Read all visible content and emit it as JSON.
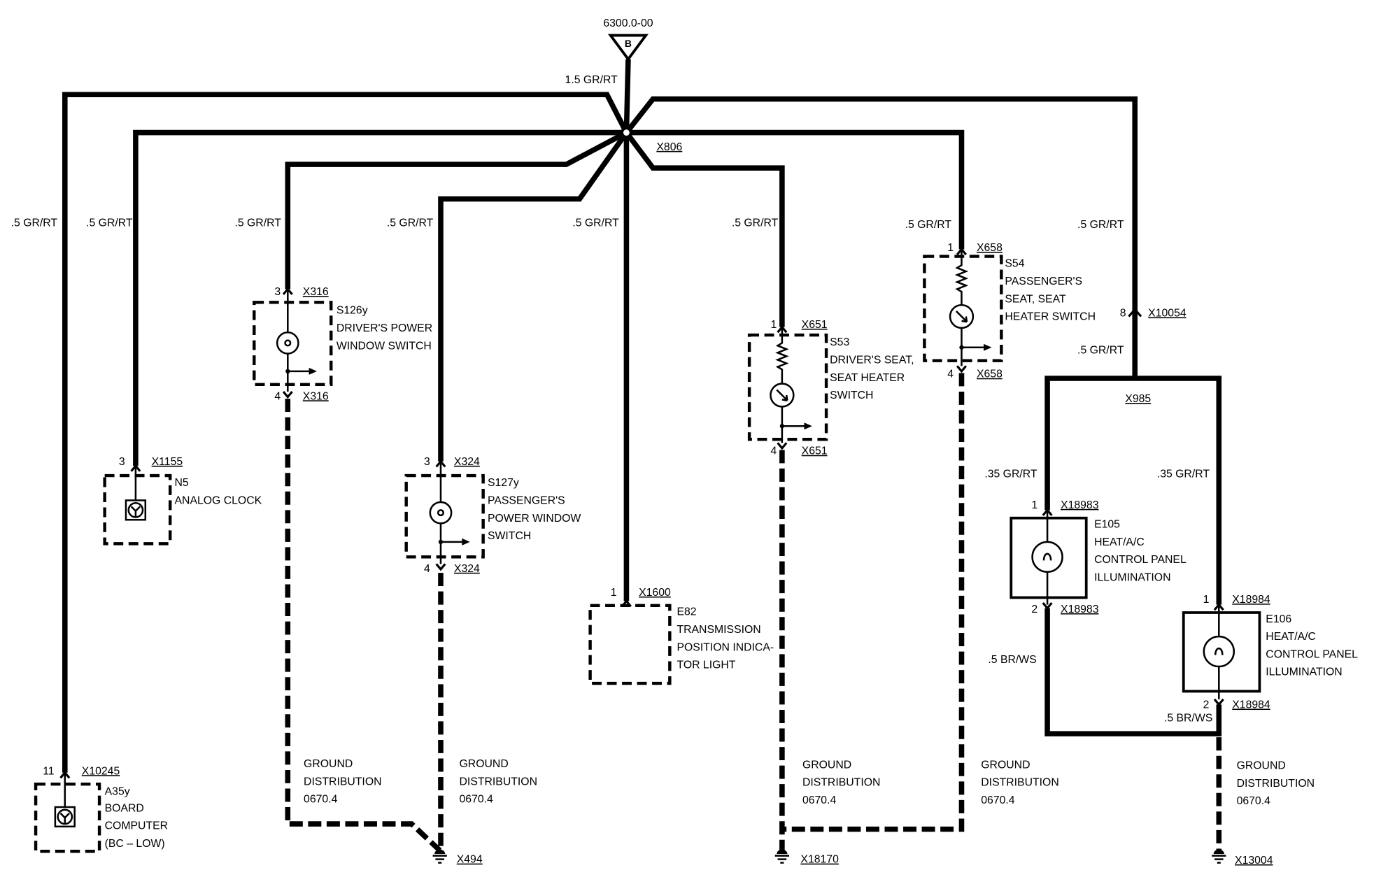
{
  "header": {
    "reference": "6300.0-00",
    "symbol": "B",
    "feed_wire": "1.5 GR/RT",
    "splice": "X806"
  },
  "components": {
    "a35y": {
      "code": "A35y",
      "desc": [
        "BOARD",
        "COMPUTER",
        "(BC – LOW)"
      ],
      "wire": ".5 GR/RT",
      "pin_in": "11",
      "conn_in": "X10245"
    },
    "n5": {
      "code": "N5",
      "desc": [
        "ANALOG CLOCK"
      ],
      "wire": ".5 GR/RT",
      "pin_in": "3",
      "conn_in": "X1155"
    },
    "s126y": {
      "code": "S126y",
      "desc": [
        "DRIVER'S POWER",
        "WINDOW SWITCH"
      ],
      "wire": ".5 GR/RT",
      "pin_in": "3",
      "conn_in": "X316",
      "pin_out": "4",
      "conn_out": "X316"
    },
    "s127y": {
      "code": "S127y",
      "desc": [
        "PASSENGER'S",
        "POWER WINDOW",
        "SWITCH"
      ],
      "wire": ".5 GR/RT",
      "pin_in": "3",
      "conn_in": "X324",
      "pin_out": "4",
      "conn_out": "X324"
    },
    "e82": {
      "code": "E82",
      "desc": [
        "TRANSMISSION",
        "POSITION INDICA-",
        "TOR LIGHT"
      ],
      "wire": ".5 GR/RT",
      "pin_in": "1",
      "conn_in": "X1600"
    },
    "s53": {
      "code": "S53",
      "desc": [
        "DRIVER'S SEAT,",
        "SEAT HEATER",
        "SWITCH"
      ],
      "wire": ".5 GR/RT",
      "pin_in": "1",
      "conn_in": "X651",
      "pin_out": "4",
      "conn_out": "X651"
    },
    "s54": {
      "code": "S54",
      "desc": [
        "PASSENGER'S",
        "SEAT, SEAT",
        "HEATER SWITCH"
      ],
      "wire": ".5 GR/RT",
      "pin_in": "1",
      "conn_in": "X658",
      "pin_out": "4",
      "conn_out": "X658"
    },
    "e105": {
      "code": "E105",
      "desc": [
        "HEAT/A/C",
        "CONTROL PANEL",
        "ILLUMINATION"
      ],
      "wire": ".35 GR/RT",
      "pin_in": "1",
      "conn_in": "X18983",
      "pin_out": "2",
      "conn_out": "X18983",
      "wire_out": ".5 BR/WS"
    },
    "e106": {
      "code": "E106",
      "desc": [
        "HEAT/A/C",
        "CONTROL PANEL",
        "ILLUMINATION"
      ],
      "wire": ".35 GR/RT",
      "pin_in": "1",
      "conn_in": "X18984",
      "pin_out": "2",
      "conn_out": "X18984",
      "wire_out": ".5 BR/WS"
    }
  },
  "branch_x10054": {
    "wire_above": ".5 GR/RT",
    "pin": "8",
    "connector": "X10054",
    "wire_below": ".5 GR/RT",
    "splice": "X985"
  },
  "grounds": [
    {
      "line1": "GROUND",
      "line2": "DISTRIBUTION",
      "ref": "0670.4"
    },
    {
      "line1": "GROUND",
      "line2": "DISTRIBUTION",
      "ref": "0670.4"
    },
    {
      "line1": "GROUND",
      "line2": "DISTRIBUTION",
      "ref": "0670.4"
    },
    {
      "line1": "GROUND",
      "line2": "DISTRIBUTION",
      "ref": "0670.4"
    },
    {
      "line1": "GROUND",
      "line2": "DISTRIBUTION",
      "ref": "0670.4"
    }
  ],
  "ground_points": {
    "left": "X494",
    "center": "X18170",
    "right": "X13004"
  }
}
